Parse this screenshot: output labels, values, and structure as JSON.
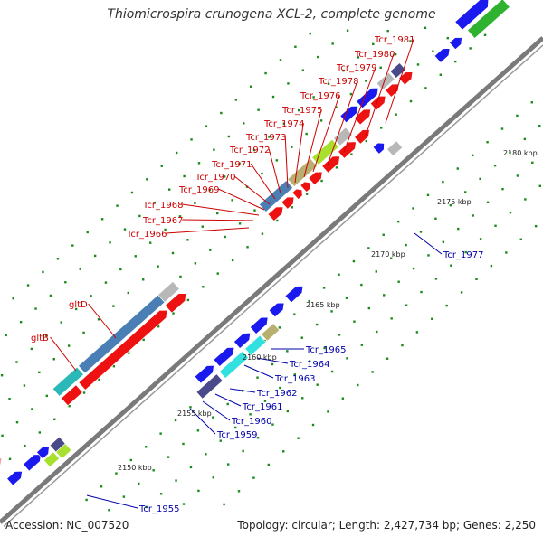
{
  "title": "Thiomicrospira crunogena XCL-2, complete genome",
  "footer": {
    "accession": "Accession: NC_007520",
    "summary": "Topology: circular; Length: 2,427,734 bp; Genes: 2,250"
  },
  "colors": {
    "backbone": "#7a7a7a",
    "tick": "#1a8a1a",
    "label_red": "#cc0000",
    "label_blue": "#0000aa",
    "blue": "#1a1aee",
    "red": "#ee1111",
    "steel": "#4a7fb5",
    "cyan": "#33e0e0",
    "teal": "#2bb8b8",
    "navy": "#4a4a8a",
    "khaki": "#b8b070",
    "lime": "#a8e030",
    "green": "#2fb22f",
    "grey": "#b8b8b8",
    "pink": "#f0a0a0"
  },
  "kbp_labels": [
    "2150 kbp",
    "2155 kbp",
    "2160 kbp",
    "2165 kbp",
    "2170 kbp",
    "2175 kbp",
    "2180 kbp"
  ],
  "gene_labels_red": [
    "gltB",
    "gltD",
    "Tcr_1966",
    "Tcr_1967",
    "Tcr_1968",
    "Tcr_1969",
    "Tcr_1970",
    "Tcr_1971",
    "Tcr_1972",
    "Tcr_1973",
    "Tcr_1974",
    "Tcr_1975",
    "Tcr_1976",
    "Tcr_1978",
    "Tcr_1979",
    "Tcr_1980",
    "Tcr_1981"
  ],
  "gene_labels_blue": [
    "Tcr_1955",
    "Tcr_1959",
    "Tcr_1960",
    "Tcr_1961",
    "Tcr_1962",
    "Tcr_1963",
    "Tcr_1964",
    "Tcr_1965",
    "Tcr_1977"
  ]
}
